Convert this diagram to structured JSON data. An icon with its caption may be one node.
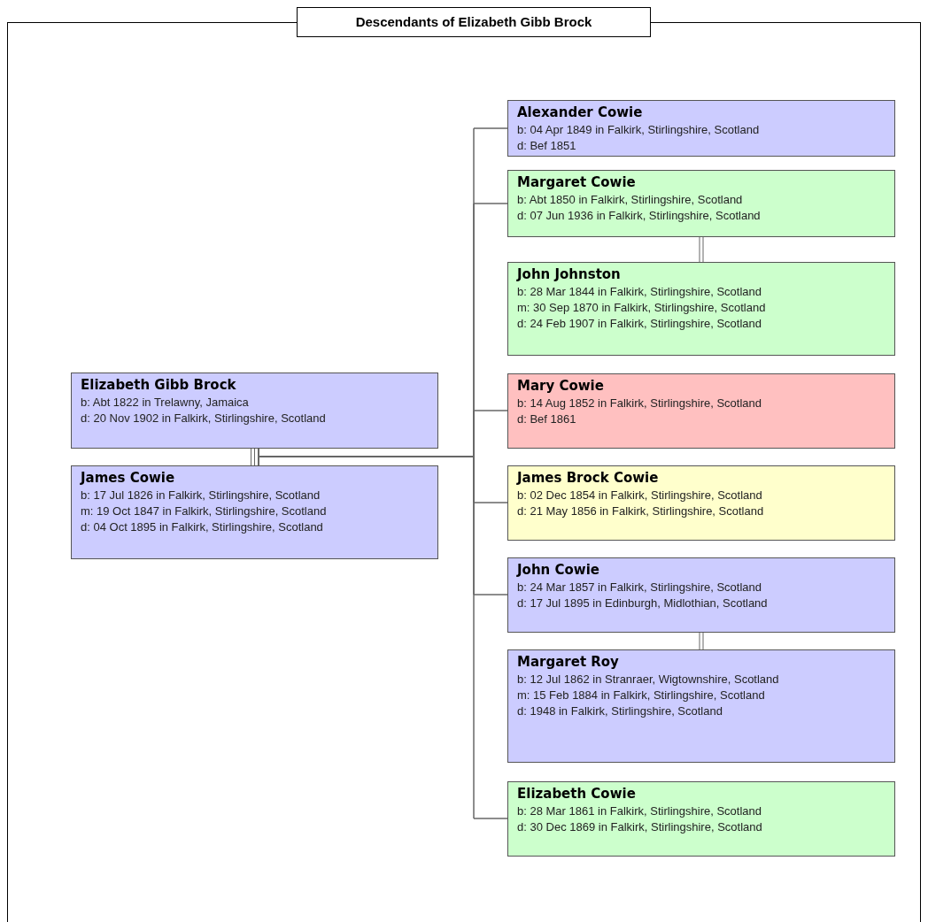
{
  "diagram": {
    "title": "Descendants of Elizabeth Gibb Brock",
    "nodes": [
      {
        "text": [
          "Elizabeth Gibb Brock",
          "b: Abt 1822 in Trelawny, Jamaica",
          "d: 20 Nov 1902 in Falkirk, Stirlingshire, Scotland"
        ]
      },
      {
        "text": [
          "James Cowie",
          "b: 17 Jul 1826 in Falkirk, Stirlingshire, Scotland",
          "m: 19 Oct 1847 in Falkirk, Stirlingshire, Scotland",
          "d: 04 Oct 1895 in Falkirk, Stirlingshire, Scotland"
        ]
      },
      {
        "text": [
          "Alexander Cowie",
          "b: 04 Apr 1849 in Falkirk, Stirlingshire, Scotland",
          "d: Bef 1851"
        ]
      },
      {
        "text": [
          "Margaret Cowie",
          "b: Abt 1850 in Falkirk, Stirlingshire, Scotland",
          "d: 07 Jun 1936 in Falkirk, Stirlingshire, Scotland"
        ]
      },
      {
        "text": [
          "John Johnston",
          "b: 28 Mar 1844 in Falkirk, Stirlingshire, Scotland",
          "m: 30 Sep 1870 in Falkirk, Stirlingshire, Scotland",
          "d: 24 Feb 1907 in Falkirk, Stirlingshire, Scotland"
        ]
      },
      {
        "text": [
          "Mary Cowie",
          "b: 14 Aug 1852 in Falkirk, Stirlingshire, Scotland",
          "d: Bef 1861"
        ]
      },
      {
        "text": [
          "James Brock Cowie",
          "b: 02 Dec 1854 in Falkirk, Stirlingshire, Scotland",
          "d: 21 May 1856 in Falkirk, Stirlingshire, Scotland"
        ]
      },
      {
        "text": [
          "John Cowie",
          "b: 24 Mar 1857 in Falkirk, Stirlingshire, Scotland",
          "d: 17 Jul 1895 in Edinburgh, Midlothian, Scotland"
        ]
      },
      {
        "text": [
          "Margaret Roy",
          "b: 12 Jul 1862 in Stranraer, Wigtownshire, Scotland",
          "m: 15 Feb 1884 in Falkirk, Stirlingshire, Scotland",
          "d: 1948 in Falkirk, Stirlingshire, Scotland"
        ]
      },
      {
        "text": [
          "Elizabeth Cowie",
          "b: 28 Mar 1861 in Falkirk, Stirlingshire, Scotland",
          "d: 30 Dec 1869 in Falkirk, Stirlingshire, Scotland"
        ]
      }
    ],
    "edges": [
      {
        "from": 0,
        "to": 1,
        "arrow": "none"
      },
      {
        "from": 3,
        "to": 4,
        "arrow": "none"
      },
      {
        "from": 7,
        "to": 8,
        "arrow": "none"
      },
      {
        "from": 0,
        "to": 2,
        "arrow": "none"
      },
      {
        "from": 0,
        "to": 3,
        "arrow": "none"
      },
      {
        "from": 0,
        "to": 5,
        "arrow": "none"
      },
      {
        "from": 0,
        "to": 6,
        "arrow": "none"
      },
      {
        "from": 0,
        "to": 7,
        "arrow": "none"
      },
      {
        "from": 0,
        "to": 9,
        "arrow": "none"
      },
      {
        "from": 1,
        "to": 2,
        "arrow": "none"
      },
      {
        "from": 1,
        "to": 3,
        "arrow": "none"
      },
      {
        "from": 1,
        "to": 5,
        "arrow": "none"
      },
      {
        "from": 1,
        "to": 6,
        "arrow": "none"
      },
      {
        "from": 1,
        "to": 7,
        "arrow": "none"
      },
      {
        "from": 1,
        "to": 9,
        "arrow": "none"
      }
    ]
  }
}
